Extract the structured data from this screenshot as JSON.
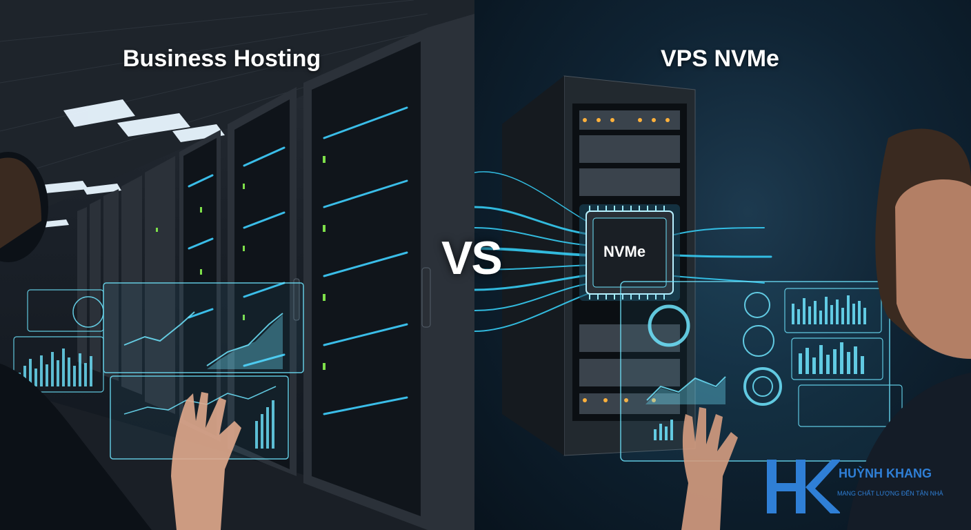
{
  "left": {
    "heading": "Business Hosting",
    "accent": "#3fd0ff",
    "led_green": "#7ee04a"
  },
  "divider": {
    "label": "VS"
  },
  "right": {
    "heading": "VPS NVMe",
    "chip_label": "NVMe",
    "accent": "#38d6ff"
  },
  "logo": {
    "name": "HUỲNH KHANG",
    "tagline": "MANG CHẤT LƯỢNG ĐẾN TẬN NHÀ",
    "color": "#2f7fd6"
  }
}
